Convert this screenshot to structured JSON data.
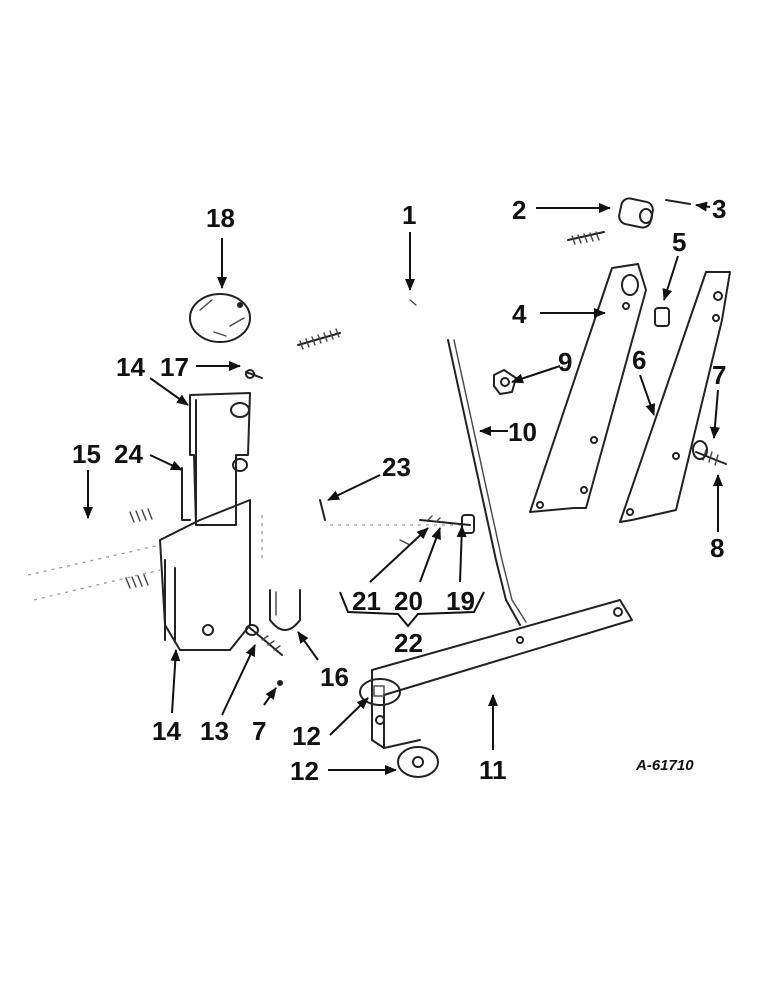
{
  "figure_code": "A-61710",
  "callouts": [
    "1",
    "2",
    "3",
    "4",
    "5",
    "6",
    "7",
    "7",
    "8",
    "9",
    "10",
    "11",
    "12",
    "12",
    "13",
    "14",
    "14",
    "15",
    "16",
    "17",
    "18",
    "19",
    "20",
    "21",
    "22",
    "23",
    "24"
  ],
  "icons": [
    "leader-arrow",
    "bracket"
  ]
}
